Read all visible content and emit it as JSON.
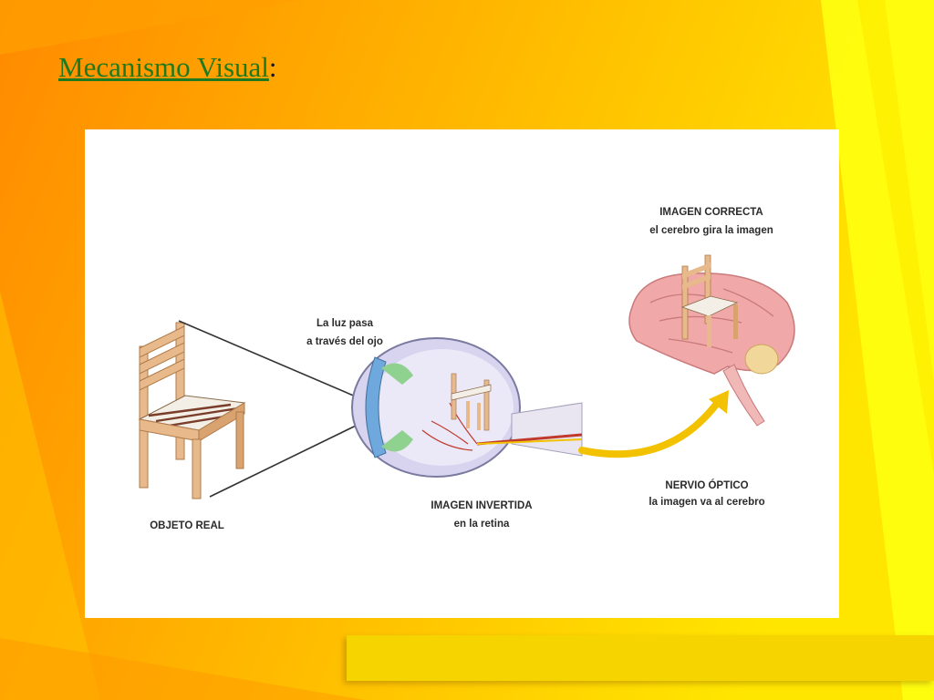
{
  "slide": {
    "title_link": "Mecanismo Visual",
    "title_suffix": ":"
  },
  "diagram": {
    "labels": {
      "real_object": "OBJETO REAL",
      "light_line1": "La luz pasa",
      "light_line2": "a través del ojo",
      "inverted_line1": "IMAGEN INVERTIDA",
      "inverted_line2": "en la retina",
      "correct_line1": "IMAGEN CORRECTA",
      "correct_line2": "el cerebro gira la imagen",
      "nerve_line1": "NERVIO ÓPTICO",
      "nerve_line2": "la imagen va al cerebro"
    }
  },
  "colors": {
    "background_orange": "#ff8c00",
    "background_yellow": "#ffee00",
    "panel": "#ffffff",
    "title_link": "#1f7a1f",
    "arrow": "#f2c200",
    "chair_wood": "#e8b98a",
    "brain": "#f1a8a8",
    "eye_iris": "#6fa8dc"
  }
}
